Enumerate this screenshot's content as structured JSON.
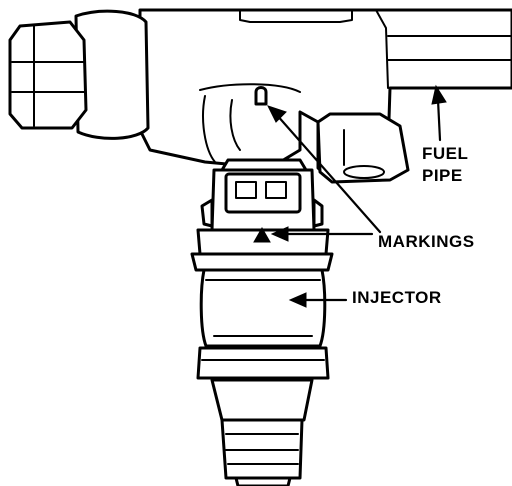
{
  "labels": {
    "fuel_pipe_line1": "FUEL",
    "fuel_pipe_line2": "PIPE",
    "markings": "MARKINGS",
    "injector": "INJECTOR"
  },
  "colors": {
    "ink": "#000000",
    "paper": "#ffffff"
  }
}
